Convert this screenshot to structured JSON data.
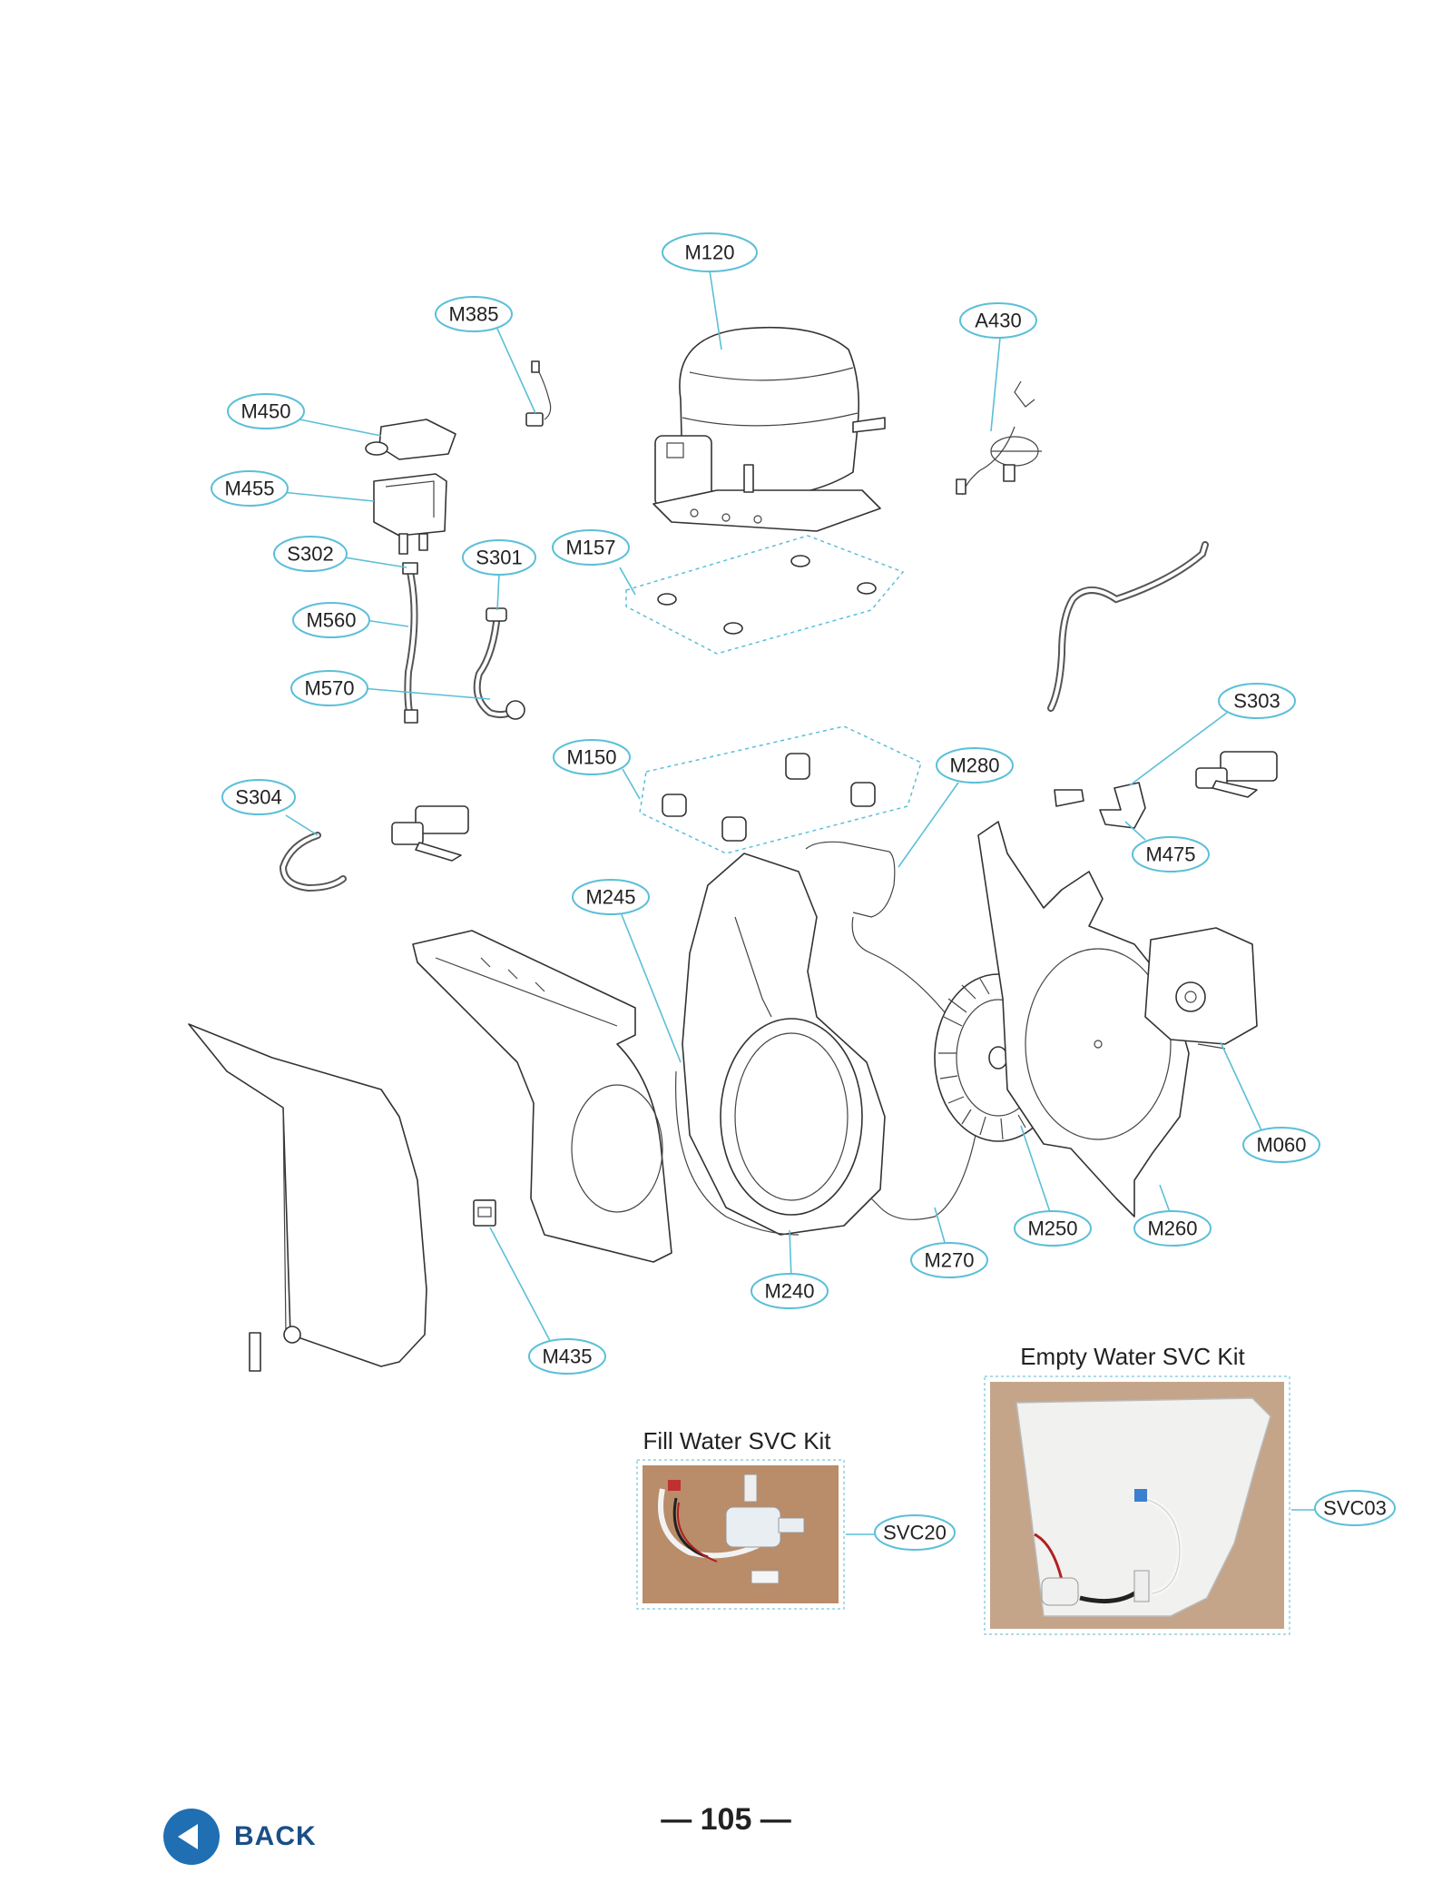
{
  "callouts": [
    {
      "id": "M120",
      "label": "M120"
    },
    {
      "id": "M385",
      "label": "M385"
    },
    {
      "id": "A430",
      "label": "A430"
    },
    {
      "id": "M450",
      "label": "M450"
    },
    {
      "id": "M455",
      "label": "M455"
    },
    {
      "id": "S302",
      "label": "S302"
    },
    {
      "id": "S301",
      "label": "S301"
    },
    {
      "id": "M157",
      "label": "M157"
    },
    {
      "id": "M560",
      "label": "M560"
    },
    {
      "id": "M570",
      "label": "M570"
    },
    {
      "id": "S303",
      "label": "S303"
    },
    {
      "id": "M150",
      "label": "M150"
    },
    {
      "id": "M280",
      "label": "M280"
    },
    {
      "id": "S304",
      "label": "S304"
    },
    {
      "id": "M475",
      "label": "M475"
    },
    {
      "id": "M245",
      "label": "M245"
    },
    {
      "id": "M060",
      "label": "M060"
    },
    {
      "id": "M250",
      "label": "M250"
    },
    {
      "id": "M260",
      "label": "M260"
    },
    {
      "id": "M270",
      "label": "M270"
    },
    {
      "id": "M240",
      "label": "M240"
    },
    {
      "id": "M435",
      "label": "M435"
    },
    {
      "id": "SVC20",
      "label": "SVC20"
    },
    {
      "id": "SVC03",
      "label": "SVC03"
    }
  ],
  "kits": {
    "fill": {
      "title": "Fill Water SVC Kit"
    },
    "empty": {
      "title": "Empty Water SVC Kit"
    }
  },
  "footer": {
    "page_number": "— 105 —",
    "back_label": "BACK"
  },
  "colors": {
    "callout_stroke": "#5bbfd8",
    "back_button": "#1f6fb2"
  }
}
